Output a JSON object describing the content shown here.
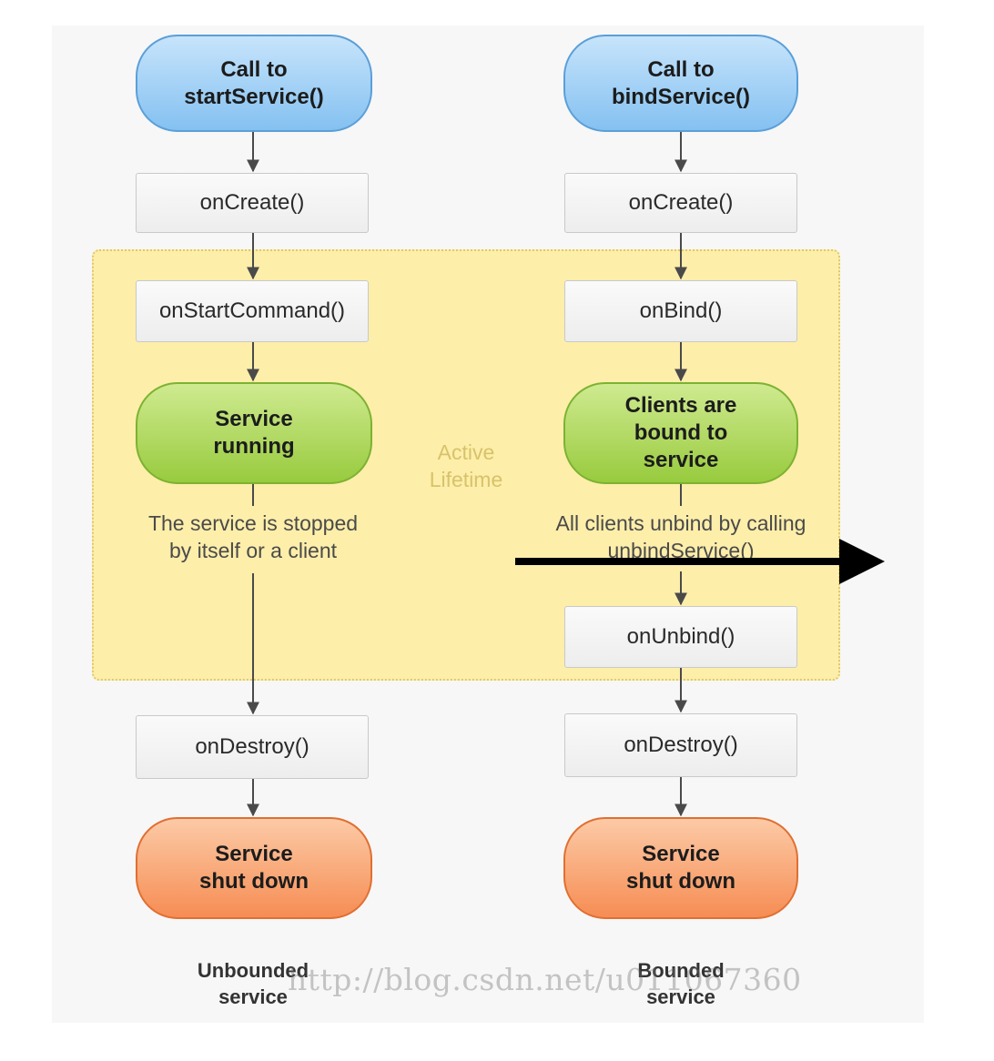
{
  "diagram": {
    "active_lifetime_label": "Active\nLifetime",
    "watermark": "http://blog.csdn.net/u011067360",
    "unbounded": {
      "start_call": "Call to\nstartService()",
      "on_create": "onCreate()",
      "on_start_command": "onStartCommand()",
      "running": "Service\nrunning",
      "stop_note": "The service is stopped\nby itself or a client",
      "on_destroy": "onDestroy()",
      "shut_down": "Service\nshut down",
      "caption": "Unbounded\nservice"
    },
    "bounded": {
      "bind_call": "Call to\nbindService()",
      "on_create": "onCreate()",
      "on_bind": "onBind()",
      "bound": "Clients are\nbound to\nservice",
      "unbind_note": "All clients unbind by calling\nunbindService()",
      "on_unbind": "onUnbind()",
      "on_destroy": "onDestroy()",
      "shut_down": "Service\nshut down",
      "caption": "Bounded\nservice"
    },
    "colors": {
      "start_node": "#84c1f1",
      "running_node": "#98cb3e",
      "shutdown_node": "#f68d54",
      "lifetime_region": "#fdeeaa",
      "connector": "#4a4a4a",
      "pointer_arrow": "#000000"
    }
  }
}
